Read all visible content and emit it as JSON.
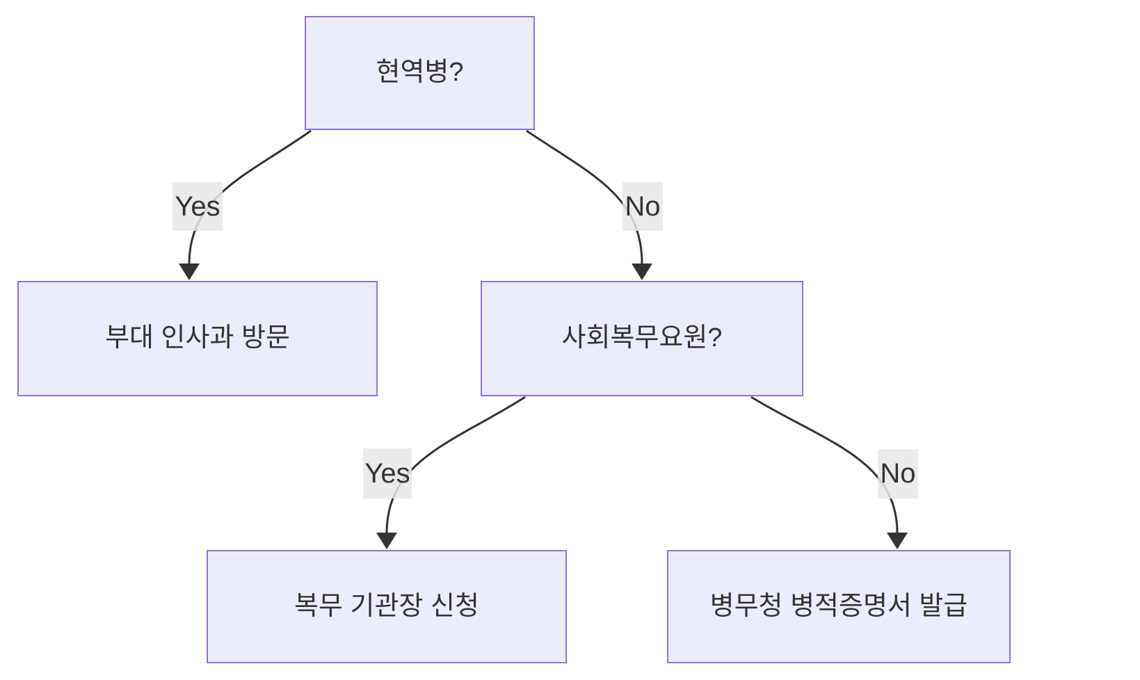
{
  "diagram": {
    "type": "flowchart",
    "direction": "top-down",
    "nodes": [
      {
        "id": "active-duty-question",
        "label": "현역병?",
        "shape": "rect"
      },
      {
        "id": "unit-hr-visit",
        "label": "부대 인사과 방문",
        "shape": "rect"
      },
      {
        "id": "social-service-question",
        "label": "사회복무요원?",
        "shape": "rect"
      },
      {
        "id": "agency-head-apply",
        "label": "복무 기관장 신청",
        "shape": "rect"
      },
      {
        "id": "mma-certificate",
        "label": "병무청 병적증명서 발급",
        "shape": "rect"
      }
    ],
    "edges": [
      {
        "from": "active-duty-question",
        "to": "unit-hr-visit",
        "label": "Yes"
      },
      {
        "from": "active-duty-question",
        "to": "social-service-question",
        "label": "No"
      },
      {
        "from": "social-service-question",
        "to": "agency-head-apply",
        "label": "Yes"
      },
      {
        "from": "social-service-question",
        "to": "mma-certificate",
        "label": "No"
      }
    ],
    "colors": {
      "node_fill": "#ECECFF",
      "node_border": "#9370DB",
      "edge_line": "#333333",
      "edge_label_bg": "#e8e8e8",
      "text": "#333333",
      "background": "#ffffff"
    }
  }
}
